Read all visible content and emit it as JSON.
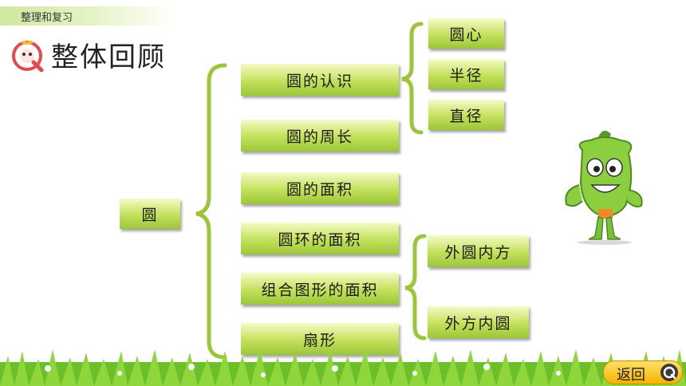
{
  "header": {
    "section_label": "整理和复习"
  },
  "title": "整体回顾",
  "diagram": {
    "root": "圆",
    "branches": [
      {
        "label": "圆的认识",
        "children": [
          "圆心",
          "半径",
          "直径"
        ]
      },
      {
        "label": "圆的周长",
        "children": []
      },
      {
        "label": "圆的面积",
        "children": []
      },
      {
        "label": "圆环的面积",
        "children": []
      },
      {
        "label": "组合图形的面积",
        "children": [
          "外圆内方",
          "外方内圆"
        ]
      },
      {
        "label": "扇形",
        "children": []
      }
    ]
  },
  "navigation": {
    "back_label": "返回"
  },
  "colors": {
    "box_top": "#f4fbc8",
    "box_bottom": "#9cc63a",
    "brace": "#9cc63a",
    "button": "#f4b400"
  }
}
